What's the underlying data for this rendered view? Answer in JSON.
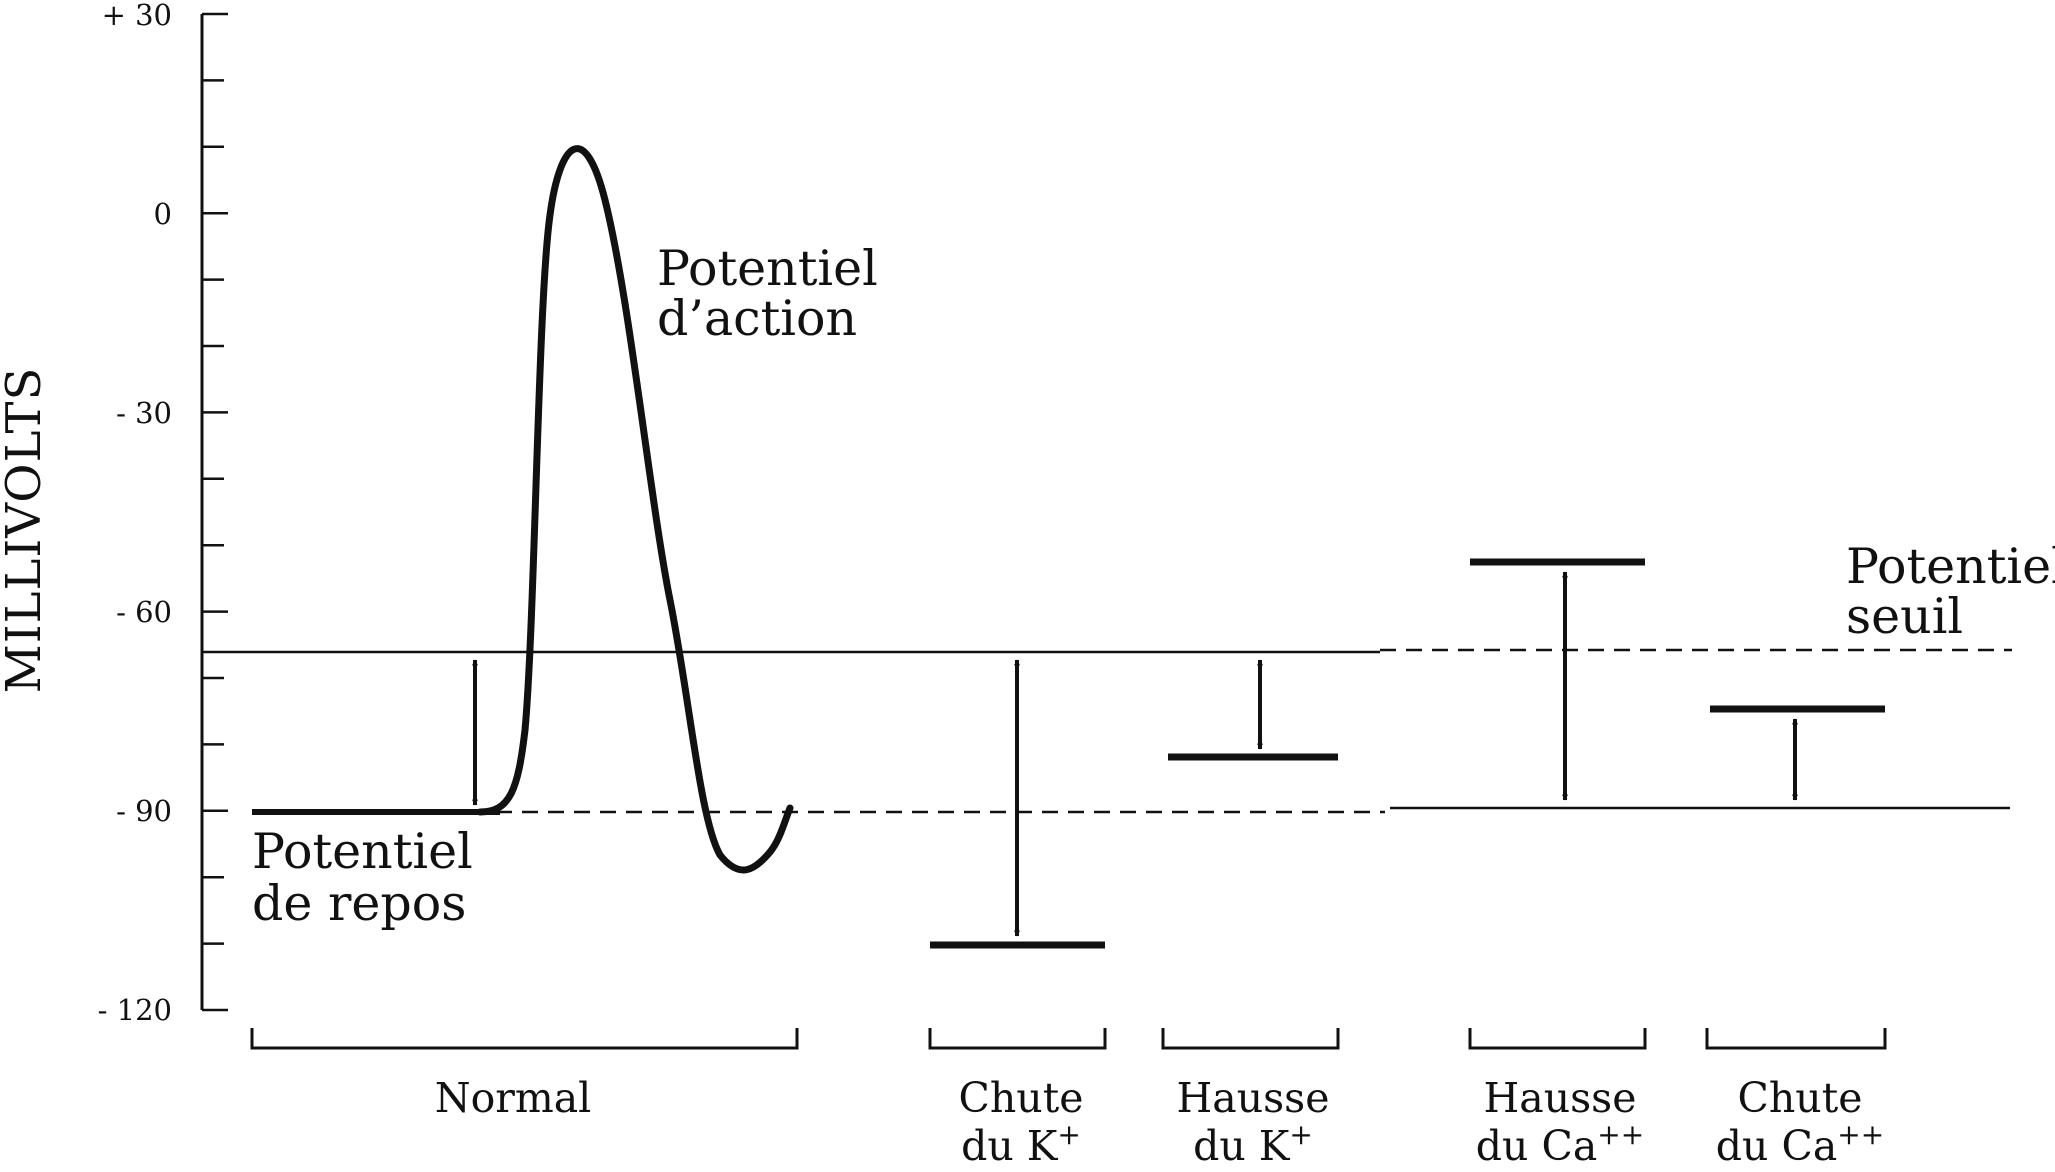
{
  "axis": {
    "title": "MILLIVOLTS",
    "ticks": [
      {
        "value": 30,
        "label": "+ 30"
      },
      {
        "value": 0,
        "label": "0"
      },
      {
        "value": -30,
        "label": "- 30"
      },
      {
        "value": -60,
        "label": "- 60"
      },
      {
        "value": -90,
        "label": "- 90"
      },
      {
        "value": -120,
        "label": "- 120"
      }
    ],
    "range": [
      -120,
      30
    ]
  },
  "annotations": {
    "action_line1": "Potentiel",
    "action_line2": "d’action",
    "resting_line1": "Potentiel",
    "resting_line2": "de repos",
    "threshold_line1": "Potentiel",
    "threshold_line2": "seuil"
  },
  "groups": [
    {
      "id": "normal",
      "line1": "Normal",
      "line2": "",
      "sup": ""
    },
    {
      "id": "k-drop",
      "line1": "Chute",
      "line2": "du K",
      "sup": "+"
    },
    {
      "id": "k-rise",
      "line1": "Hausse",
      "line2": "du K",
      "sup": "+"
    },
    {
      "id": "ca-rise",
      "line1": "Hausse",
      "line2": "du Ca",
      "sup": "++"
    },
    {
      "id": "ca-drop",
      "line1": "Chute",
      "line2": "du Ca",
      "sup": "++"
    }
  ],
  "chart_data": {
    "type": "diagram",
    "y_unit": "mV",
    "resting_potential": -90,
    "threshold_potential": -66,
    "action_potential_peak": 10,
    "after_hyperpolarization_min": -99,
    "levels": [
      {
        "group": "Chute du K+",
        "resting": -110,
        "threshold": -66
      },
      {
        "group": "Hausse du K+",
        "resting": -82,
        "threshold": -66
      },
      {
        "group": "Hausse du Ca++",
        "resting": -90,
        "threshold": -53
      },
      {
        "group": "Chute du Ca++",
        "resting": -90,
        "threshold": -75
      }
    ]
  }
}
